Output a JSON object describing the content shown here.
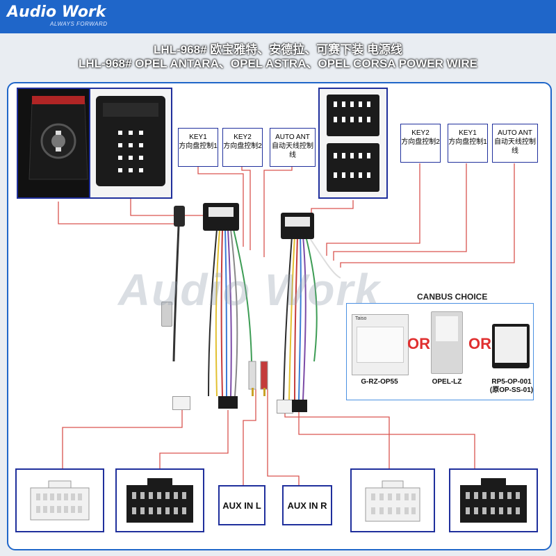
{
  "brand": {
    "name": "Audio Work",
    "slogan": "ALWAYS FORWARD"
  },
  "title": {
    "line1": "LHL-968# 欧宝雅特、安德拉、可赛下装 电源线",
    "line2": "LHL-968# OPEL ANTARA、OPEL ASTRA、OPEL CORSA  POWER WIRE"
  },
  "labels": {
    "key1_a": {
      "en": "KEY1",
      "cn": "方向盘控制1"
    },
    "key2_a": {
      "en": "KEY2",
      "cn": "方向盘控制2"
    },
    "autoant_a": {
      "en": "AUTO ANT",
      "cn": "自动天线控制线"
    },
    "key2_b": {
      "en": "KEY2",
      "cn": "方向盘控制2"
    },
    "key1_b": {
      "en": "KEY1",
      "cn": "方向盘控制1"
    },
    "autoant_b": {
      "en": "AUTO ANT",
      "cn": "自动天线控制线"
    }
  },
  "aux": {
    "left": "AUX IN L",
    "right": "AUX IN R"
  },
  "canbus": {
    "title": "CANBUS CHOICE",
    "or": "OR",
    "items": [
      {
        "name": "G-RZ-OP55",
        "tag_brand": "Taiso"
      },
      {
        "name": "OPEL-LZ"
      },
      {
        "name": "RP5-OP-001",
        "sub": "(原OP-SS-01)"
      }
    ]
  },
  "colors": {
    "accent": "#1f66c9",
    "frame": "#1f2f9c",
    "lead": "#d9534f",
    "or": "#e03030"
  }
}
